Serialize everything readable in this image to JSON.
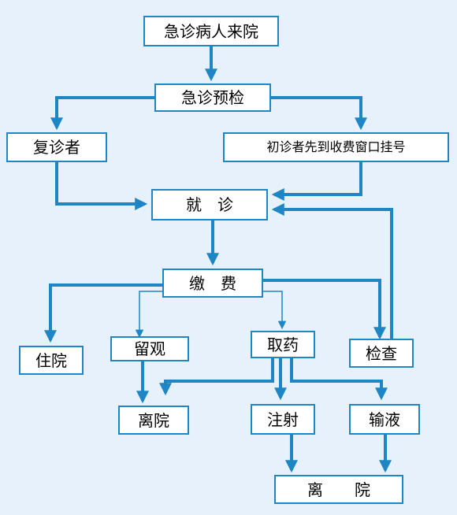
{
  "colors": {
    "background": "#e6f1fb",
    "line": "#1f86c6",
    "box_fill": "#ffffff",
    "text": "#000000"
  },
  "nodes": {
    "arrival": "急诊病人来院",
    "triage": "急诊预检",
    "return_visit": "复诊者",
    "first_visit": "初诊者先到收费窗口挂号",
    "consultation": "就　诊",
    "payment": "缴　费",
    "hospitalization": "住院",
    "observation": "留观",
    "pharmacy": "取药",
    "examination": "检查",
    "leave_1": "离院",
    "injection": "注射",
    "infusion": "输液",
    "leave_2": "离　　院"
  }
}
